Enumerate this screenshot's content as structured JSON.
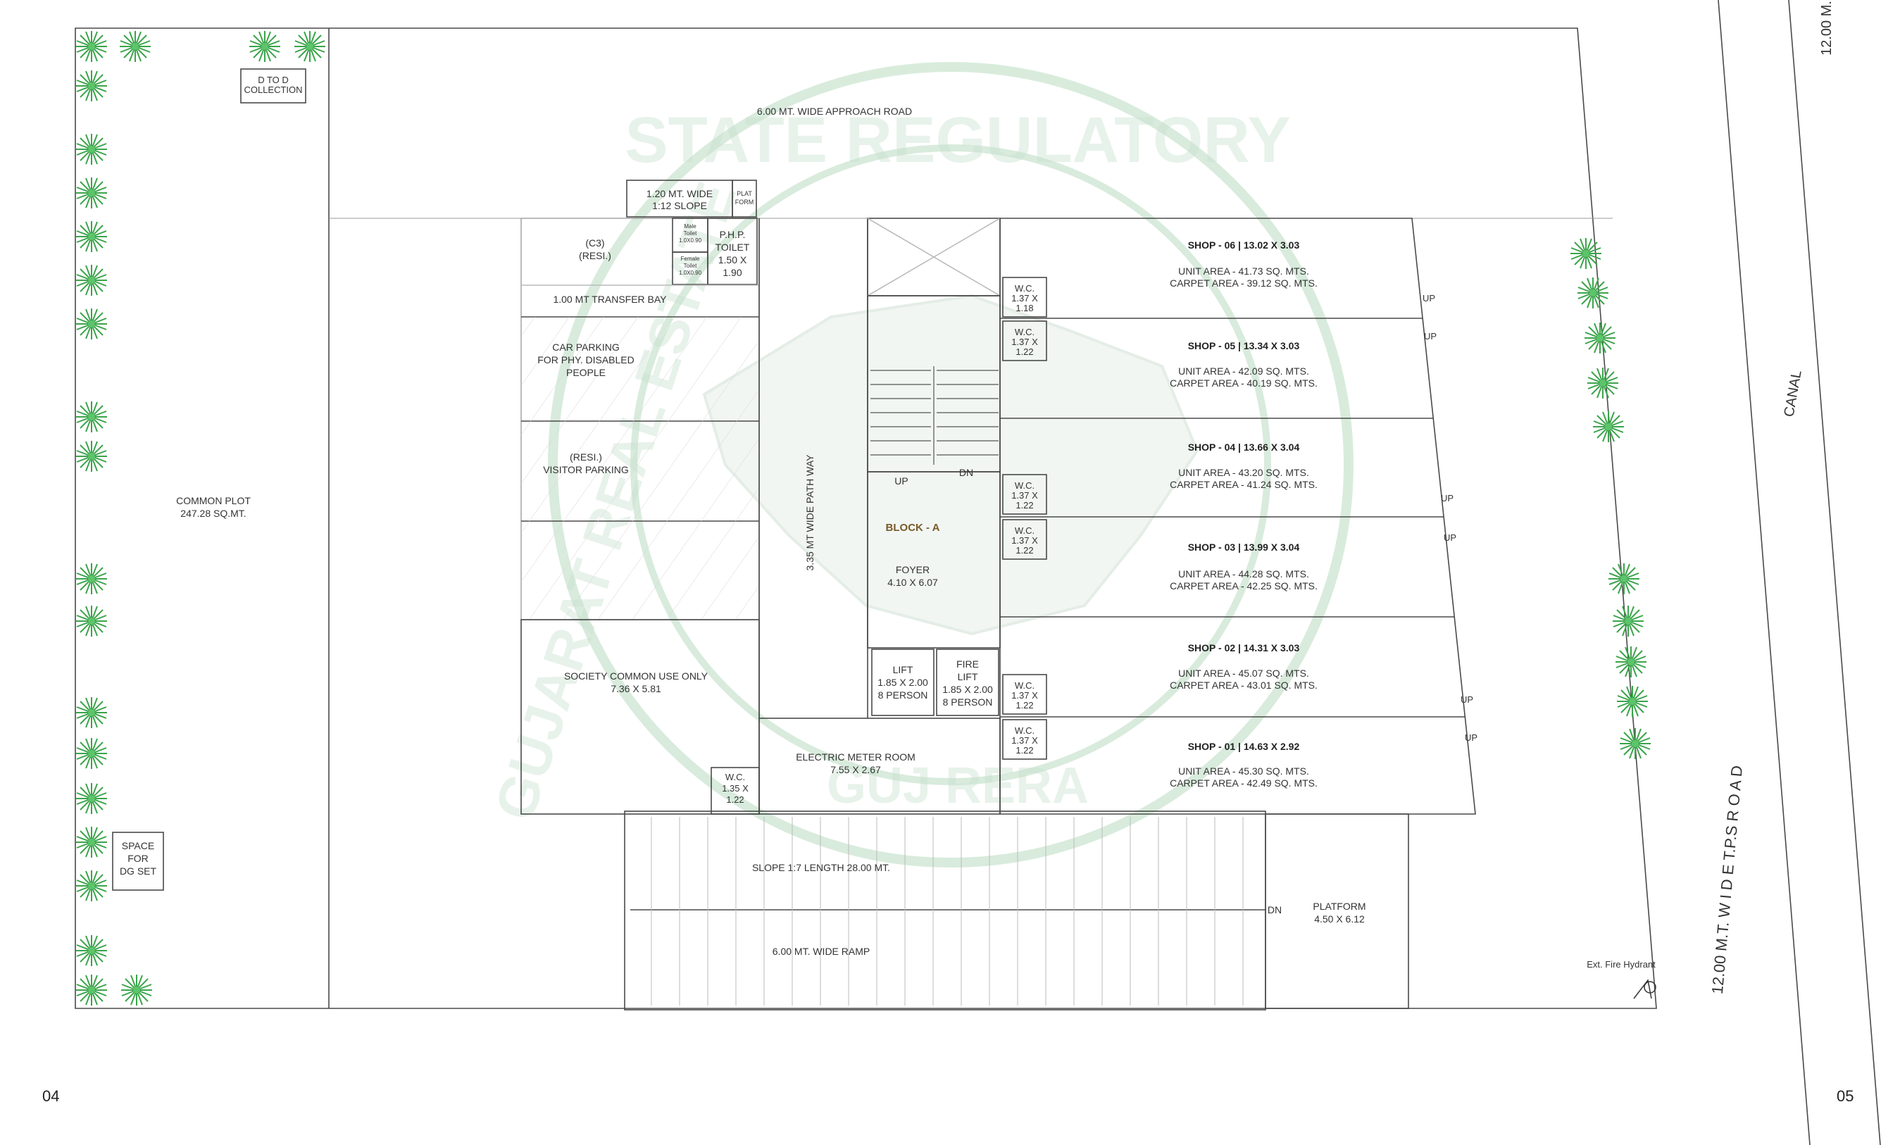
{
  "plan": {
    "approach_road": "6.00 MT. WIDE APPROACH ROAD",
    "d_to_d": [
      "D TO D",
      "COLLECTION"
    ],
    "common_plot": [
      "COMMON PLOT",
      "247.28 SQ.MT."
    ],
    "dg_set": [
      "SPACE",
      "FOR",
      "DG SET"
    ],
    "slope_box": [
      "1.20 MT. WIDE",
      "1:12 SLOPE"
    ],
    "plat_form": [
      "PLAT",
      "FORM"
    ],
    "php_toilet": [
      "P.H.P.",
      "TOILET",
      "1.50 X",
      "1.90"
    ],
    "male_toilet": [
      "Male",
      "Toilet",
      "1.0X0.90"
    ],
    "female_toilet": [
      "Female",
      "Toilet",
      "1.0X0.90"
    ],
    "c3_resi": [
      "(C3)",
      "(RESI.)"
    ],
    "transfer_bay": "1.00 MT TRANSFER BAY",
    "car_parking_disabled": [
      "CAR PARKING",
      "FOR PHY. DISABLED",
      "PEOPLE"
    ],
    "visitor_parking": [
      "(RESI.)",
      "VISITOR  PARKING"
    ],
    "society_common": [
      "SOCIETY COMMON USE ONLY",
      "7.36 X 5.81"
    ],
    "wc_small": [
      "W.C.",
      "1.35 X",
      "1.22"
    ],
    "path_way": "3.35 MT WIDE PATH WAY",
    "block": "BLOCK - A",
    "foyer": [
      "FOYER",
      "4.10 X 6.07"
    ],
    "stair_up": "UP",
    "stair_dn": "DN",
    "lift": [
      "LIFT",
      "1.85 X 2.00",
      "8 PERSON"
    ],
    "fire_lift": [
      "FIRE",
      "LIFT",
      "1.85 X 2.00",
      "8 PERSON"
    ],
    "electric_room": [
      "ELECTRIC METER ROOM",
      "7.55 X 2.67"
    ],
    "ramp_slope": "SLOPE 1:7  LENGTH  28.00 MT.",
    "ramp_width": "6.00 MT. WIDE RAMP",
    "ramp_dn": "DN",
    "platform": [
      "PLATFORM",
      "4.50 X 6.12"
    ],
    "fire_hydrant": "Ext. Fire Hydrant",
    "canal": "CANAL",
    "tp_road": "12.00  M.T.  W I D E  T.P.S  R O A D",
    "top_road": "12.00  M.",
    "up": "UP",
    "shops": [
      {
        "title": "SHOP - 06  |  13.02 X 3.03",
        "unit": "UNIT AREA - 41.73 SQ. MTS.",
        "carpet": "CARPET AREA - 39.12 SQ. MTS."
      },
      {
        "title": "SHOP - 05  |  13.34 X 3.03",
        "unit": "UNIT AREA - 42.09 SQ. MTS.",
        "carpet": "CARPET AREA - 40.19 SQ. MTS."
      },
      {
        "title": "SHOP - 04  |  13.66 X 3.04",
        "unit": "UNIT AREA - 43.20 SQ. MTS.",
        "carpet": "CARPET AREA - 41.24 SQ. MTS."
      },
      {
        "title": "SHOP - 03  |  13.99 X 3.04",
        "unit": "UNIT AREA - 44.28 SQ. MTS.",
        "carpet": "CARPET AREA - 42.25 SQ. MTS."
      },
      {
        "title": "SHOP - 02  |  14.31 X 3.03",
        "unit": "UNIT AREA - 45.07 SQ. MTS.",
        "carpet": "CARPET AREA - 43.01 SQ. MTS."
      },
      {
        "title": "SHOP - 01  |  14.63 X 2.92",
        "unit": "UNIT AREA - 45.30 SQ. MTS.",
        "carpet": "CARPET AREA - 42.49 SQ. MTS."
      }
    ],
    "shop_wcs": [
      [
        "W.C.",
        "1.37 X",
        "1.18"
      ],
      [
        "W.C.",
        "1.37 X",
        "1.22"
      ],
      [
        "W.C.",
        "1.37 X",
        "1.22"
      ],
      [
        "W.C.",
        "1.37 X",
        "1.22"
      ],
      [
        "W.C.",
        "1.37 X",
        "1.22"
      ],
      [
        "W.C.",
        "1.37 X",
        "1.22"
      ]
    ]
  },
  "watermark": {
    "top": "STATE REGULATORY",
    "left": "GUJARAT REAL ESTATE",
    "bottom": "GUJ RERA"
  },
  "page_numbers": {
    "left": "04",
    "right": "05"
  },
  "colors": {
    "line": "#4a4a4a",
    "tree": "#3aa44a",
    "watermark": "#9fc9a8"
  }
}
